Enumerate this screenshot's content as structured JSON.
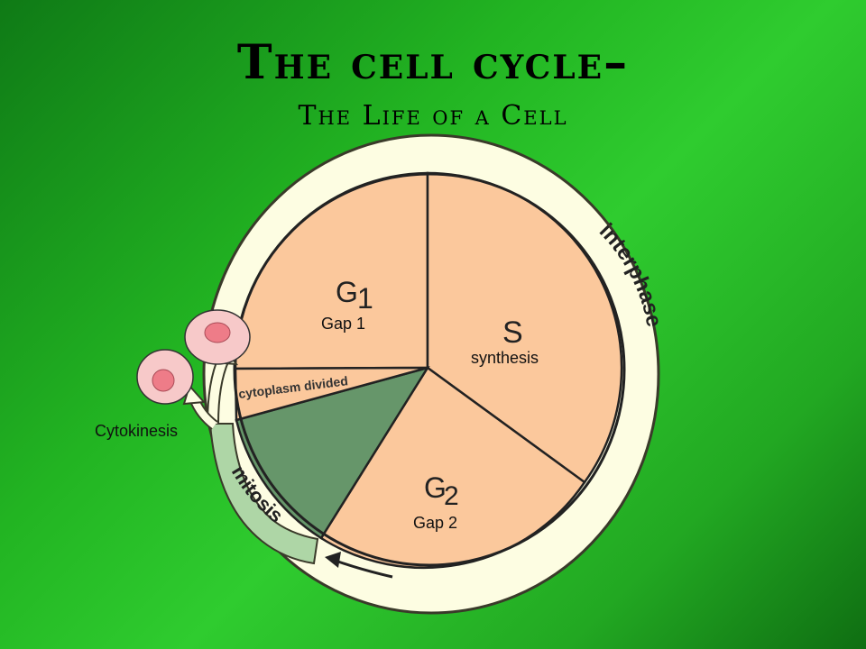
{
  "slide": {
    "title": "The cell cycle–",
    "subtitle": "The Life of a Cell"
  },
  "diagram": {
    "ring_labels": {
      "interphase": "interphase",
      "mitosis": "mitosis"
    },
    "phases": {
      "g1": {
        "symbol": "G",
        "subscript": "1",
        "name": "Gap 1"
      },
      "s": {
        "symbol": "S",
        "name": "synthesis"
      },
      "g2": {
        "symbol": "G",
        "subscript": "2",
        "name": "Gap 2"
      }
    },
    "cytoplasm_label": "cytoplasm divided",
    "cytokinesis_label": "Cytokinesis"
  },
  "colors": {
    "background": "#2fcc2f",
    "phase_fill": "#fbc89c",
    "mitosis_fill": "#66966a",
    "ring_fill": "#fdfde2",
    "mitosis_band": "#aed6a6",
    "cell_fill": "#f7c9c9",
    "nucleus_fill": "#ee7c88"
  }
}
